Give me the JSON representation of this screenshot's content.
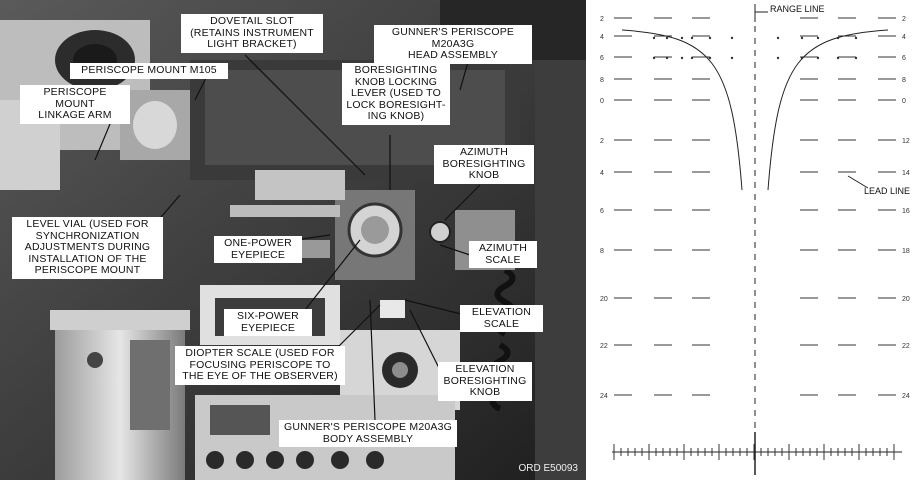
{
  "photo": {
    "callouts": {
      "dovetail_slot": "DOVETAIL SLOT\n(RETAINS INSTRUMENT\nLIGHT BRACKET)",
      "head_assembly": "GUNNER'S PERISCOPE M20A3G\nHEAD ASSEMBLY",
      "periscope_mount": "PERISCOPE MOUNT M105",
      "linkage_arm": "PERISCOPE MOUNT\nLINKAGE ARM",
      "locking_lever": "BORESIGHTING\nKNOB LOCKING\nLEVER (USED TO\nLOCK BORESIGHT-\nING KNOB)",
      "azimuth_knob": "AZIMUTH\nBORESIGHTING\nKNOB",
      "level_vial": "LEVEL VIAL (USED FOR\nSYNCHRONIZATION\nADJUSTMENTS DURING\nINSTALLATION OF THE\nPERISCOPE MOUNT",
      "one_power": "ONE-POWER\nEYEPIECE",
      "azimuth_scale": "AZIMUTH\nSCALE",
      "six_power": "SIX-POWER\nEYEPIECE",
      "elevation_scale": "ELEVATION\nSCALE",
      "diopter_scale": "DIOPTER SCALE (USED FOR\nFOCUSING PERISCOPE TO\nTHE EYE OF THE OBSERVER)",
      "elevation_knob": "ELEVATION\nBORESIGHTING\nKNOB",
      "body_assembly": "GUNNER'S PERISCOPE M20A3G\nBODY ASSEMBLY"
    },
    "ord_number": "ORD E50093"
  },
  "reticle": {
    "range_line_label": "RANGE LINE",
    "lead_line_label": "LEAD LINE",
    "range_numbers": [
      "2",
      "4",
      "6",
      "8",
      "0",
      "2",
      "4",
      "6",
      "8",
      "20",
      "22",
      "24"
    ],
    "range_numbers_right": [
      "2",
      "4",
      "6",
      "8",
      "0",
      "12",
      "14",
      "16",
      "18",
      "20",
      "22",
      "24"
    ]
  }
}
